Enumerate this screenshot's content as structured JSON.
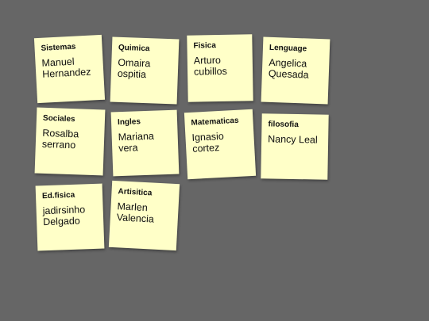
{
  "notes": [
    {
      "subject": "Sistemas",
      "person": "Manuel Hernandez"
    },
    {
      "subject": "Quimica",
      "person": "Omaira ospitia"
    },
    {
      "subject": "Fisica",
      "person": "Arturo cubillos"
    },
    {
      "subject": "Lenguage",
      "person": "Angelica Quesada"
    },
    {
      "subject": "Sociales",
      "person": "Rosalba serrano"
    },
    {
      "subject": "Ingles",
      "person": "Mariana vera"
    },
    {
      "subject": "Matematicas",
      "person": "Ignasio cortez"
    },
    {
      "subject": "filosofia",
      "person": "Nancy Leal"
    },
    {
      "subject": "Ed.fisica",
      "person": "jadirsinho Delgado"
    },
    {
      "subject": "Artisitica",
      "person": "Marlen Valencia"
    }
  ],
  "colors": {
    "background": "#666666",
    "note": "#ffffc8"
  }
}
